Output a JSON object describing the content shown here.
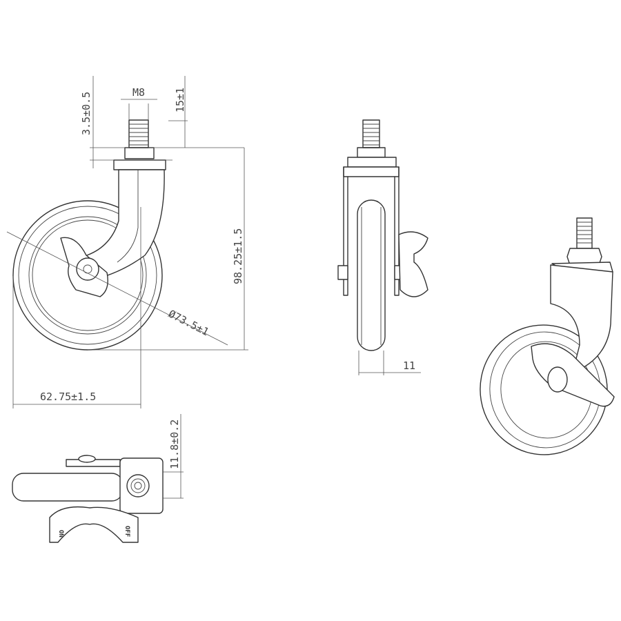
{
  "dimensions": {
    "thread": "M8",
    "nut_height": "3.5±0.5",
    "thread_length": "15±1",
    "total_height": "98.25±1.5",
    "wheel_diameter": "Ø73.5±1",
    "offset": "62.75±1.5",
    "wheel_width": "11",
    "plate_thickness": "11.8±0.2"
  },
  "brake_labels": {
    "on": "ON",
    "off": "OFF"
  },
  "views": [
    "side-view",
    "front-view",
    "isometric-view",
    "top-view"
  ],
  "colors": {
    "line": "#333333",
    "background": "#ffffff"
  }
}
